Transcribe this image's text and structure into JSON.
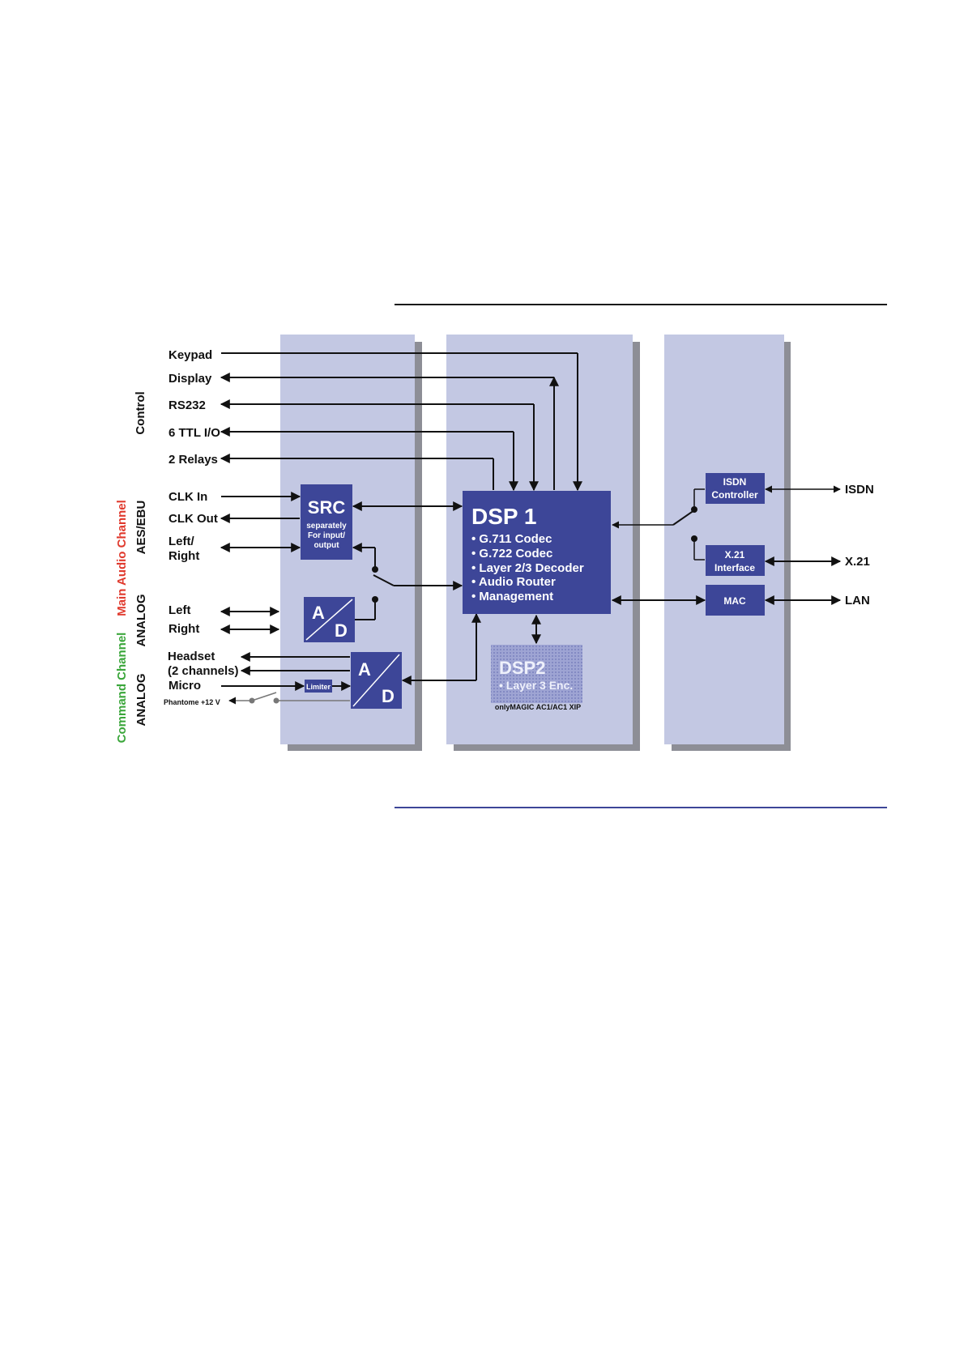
{
  "colors": {
    "panel": "#c3c8e3",
    "panel_shadow": "#8d8e96",
    "block": "#3d4698",
    "dsp2_block": "#9ea4d3",
    "rule_top": "#1a1a1a",
    "rule_bottom": "#3d4698",
    "main_channel": "#e03a2e",
    "command_channel": "#3aa63a",
    "text": "#111111"
  },
  "side_labels": {
    "control": "Control",
    "main_audio_channel": "Main Audio Channel",
    "aes_ebu": "AES/EBU",
    "analog_main": "ANALOG",
    "command_channel": "Command Channel",
    "analog_command": "ANALOG"
  },
  "signals": {
    "keypad": "Keypad",
    "display": "Display",
    "rs232": "RS232",
    "ttl": "6 TTL I/O",
    "relays": "2 Relays",
    "clk_in": "CLK In",
    "clk_out": "CLK Out",
    "left_right_1": "Left/",
    "left_right_2": "Right",
    "left": "Left",
    "right": "Right",
    "headset_1": "Headset",
    "headset_2": "(2 channels)",
    "micro": "Micro",
    "phantom": "Phantome +12 V"
  },
  "blocks": {
    "src": {
      "title": "SRC",
      "lines": [
        "separately",
        "For input/",
        "output"
      ]
    },
    "ad_main": {
      "a": "A",
      "d": "D"
    },
    "ad_command": {
      "a": "A",
      "d": "D"
    },
    "limiter": "Limiter",
    "dsp1": {
      "title": "DSP 1",
      "items": [
        "• G.711 Codec",
        "• G.722 Codec",
        "• Layer 2/3 Decoder",
        "• Audio Router",
        "• Management"
      ]
    },
    "dsp2": {
      "title": "DSP2",
      "item": "• Layer 3 Enc.",
      "note": "onlyMAGIC AC1/AC1 XIP"
    },
    "isdn_controller": [
      "ISDN",
      "Controller"
    ],
    "x21_interface": [
      "X.21",
      "Interface"
    ],
    "mac": "MAC"
  },
  "outputs": {
    "isdn": "ISDN",
    "x21": "X.21",
    "lan": "LAN"
  }
}
